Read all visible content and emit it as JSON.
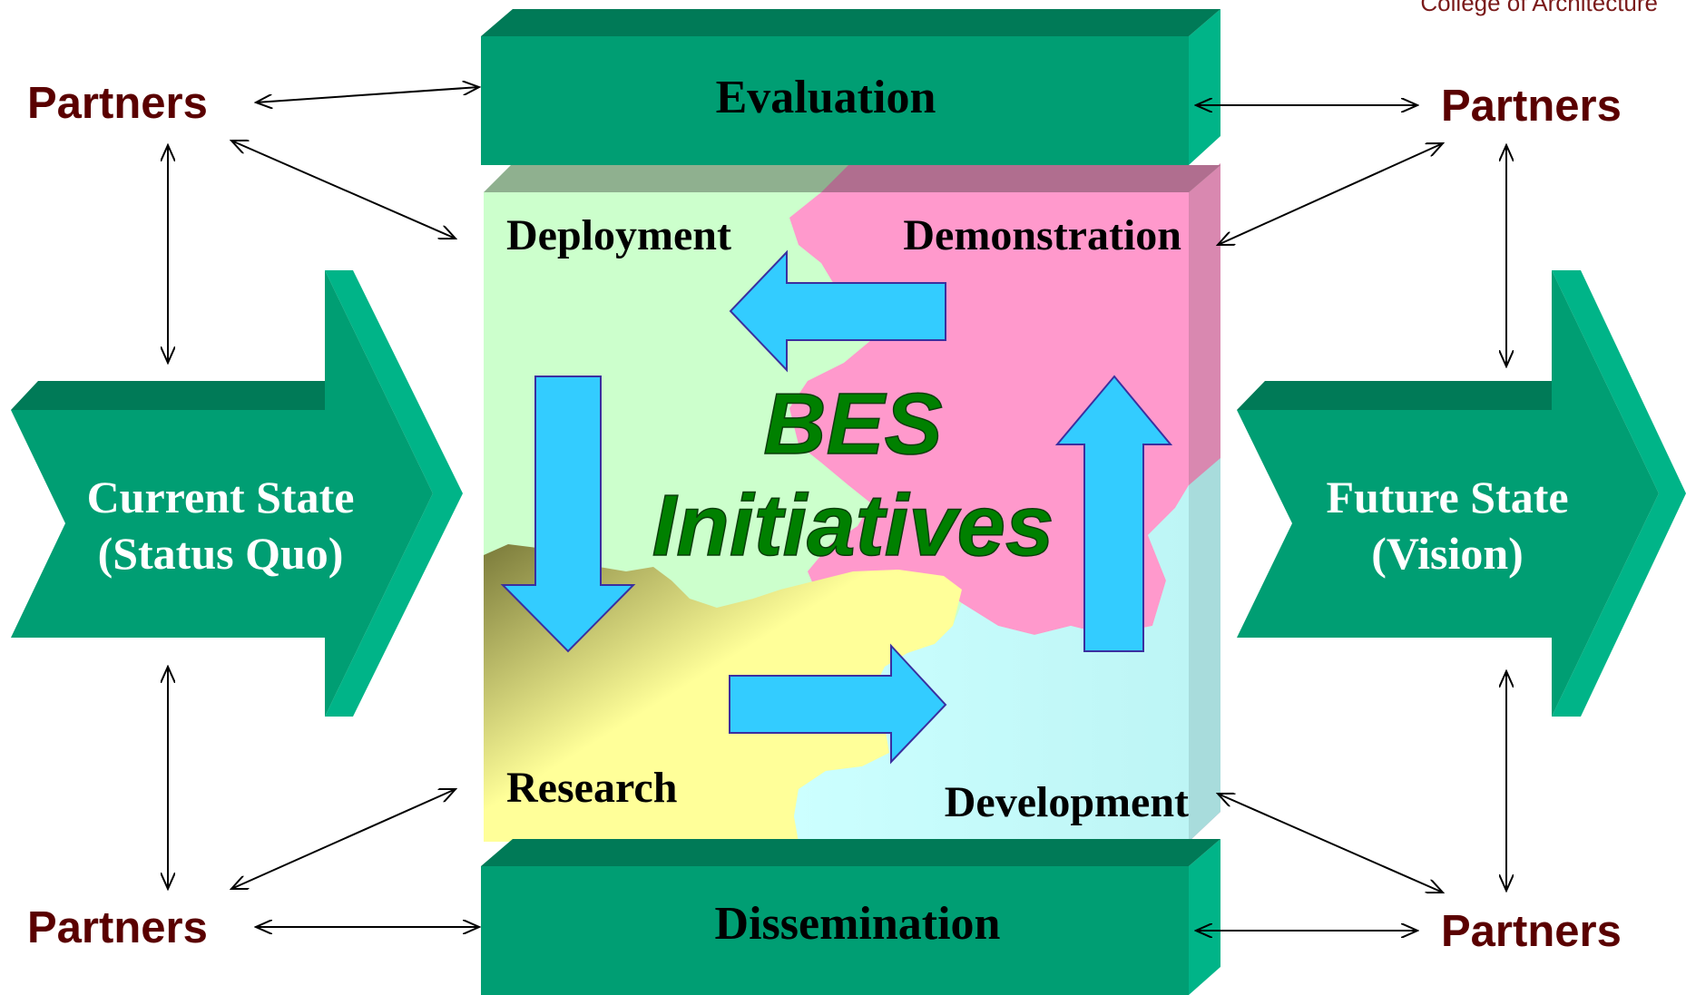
{
  "header": {
    "credit": "College of Architecture"
  },
  "partners": {
    "top_left": "Partners",
    "top_right": "Partners",
    "bottom_left": "Partners",
    "bottom_right": "Partners"
  },
  "bars": {
    "top": "Evaluation",
    "bottom": "Dissemination"
  },
  "quadrants": {
    "top_left": "Deployment",
    "top_right": "Demonstration",
    "bottom_left": "Research",
    "bottom_right": "Development"
  },
  "center": {
    "line1": "BES",
    "line2": "Initiatives"
  },
  "states": {
    "current": {
      "line1": "Current State",
      "line2": "(Status Quo)"
    },
    "future": {
      "line1": "Future State",
      "line2": "(Vision)"
    }
  },
  "colors": {
    "bar_green": "#009e73",
    "bar_green_side": "#00b488",
    "bar_green_dark": "#007a57",
    "deployment": "#ccffcc",
    "demonstration": "#ff99cc",
    "research": "#ffff99",
    "development": "#ccffff",
    "cycle_arrow": "#33ccff",
    "partner_text": "#5a0000",
    "title_green": "#008000"
  }
}
